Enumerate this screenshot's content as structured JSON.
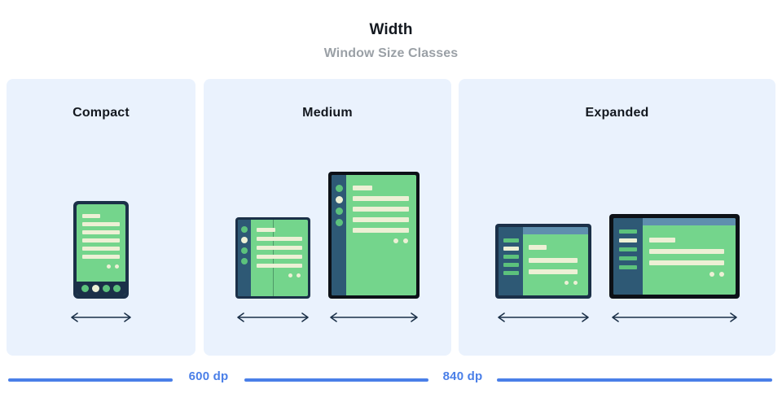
{
  "header": {
    "title": "Width",
    "subtitle": "Window Size Classes"
  },
  "panels": [
    {
      "id": "compact",
      "title": "Compact",
      "devices": [
        {
          "name": "phone",
          "arrow": "double-headed-arrow"
        }
      ]
    },
    {
      "id": "medium",
      "title": "Medium",
      "devices": [
        {
          "name": "foldable-dual-pane",
          "arrow": "double-headed-arrow"
        },
        {
          "name": "tablet-portrait",
          "arrow": "double-headed-arrow"
        }
      ]
    },
    {
      "id": "expanded",
      "title": "Expanded",
      "devices": [
        {
          "name": "tablet-landscape-small",
          "arrow": "double-headed-arrow"
        },
        {
          "name": "tablet-landscape-large",
          "arrow": "double-headed-arrow"
        }
      ]
    }
  ],
  "measures": [
    {
      "label": "600 dp"
    },
    {
      "label": "840 dp"
    }
  ],
  "colors": {
    "panel_background": "#eaf2fd",
    "page_background": "#ffffff",
    "title_text": "#13181f",
    "subtitle_text": "#9aa0a6",
    "measure_accent": "#4a7fe8",
    "device_frame_navy": "#1b3048",
    "device_frame_black": "#0d1117",
    "screen_green": "#74d58c",
    "rail_blue": "#2e5975",
    "topbar_blue": "#5f8fae",
    "content_cream": "#edf0d5",
    "content_green": "#5cc27c",
    "arrow_color": "#1b3048"
  }
}
